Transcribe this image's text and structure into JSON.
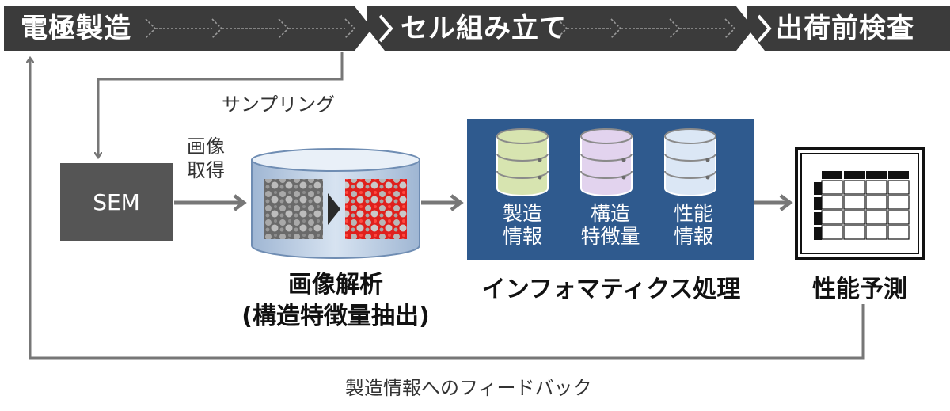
{
  "banner": {
    "stages": [
      {
        "label": "電極製造"
      },
      {
        "label": "セル組み立て"
      },
      {
        "label": "出荷前検査"
      }
    ]
  },
  "flow": {
    "sampling_label": "サンプリング",
    "sem_label": "SEM",
    "acquire_line1": "画像",
    "acquire_line2": "取得"
  },
  "image_analysis": {
    "caption_line1": "画像解析",
    "caption_line2": "(構造特徴量抽出)"
  },
  "informatics": {
    "databases": [
      {
        "line1": "製造",
        "line2": "情報",
        "color": "#d7e4b0"
      },
      {
        "line1": "構造",
        "line2": "特徴量",
        "color": "#e2d3ee"
      },
      {
        "line1": "性能",
        "line2": "情報",
        "color": "#dbe7f5"
      }
    ],
    "caption": "インフォマティクス処理"
  },
  "prediction": {
    "caption": "性能予測"
  },
  "feedback_label": "製造情報へのフィードバック",
  "colors": {
    "banner": "#3b3b3b",
    "panel": "#2f5a8e",
    "arrow": "#777777",
    "sem": "#555555"
  }
}
